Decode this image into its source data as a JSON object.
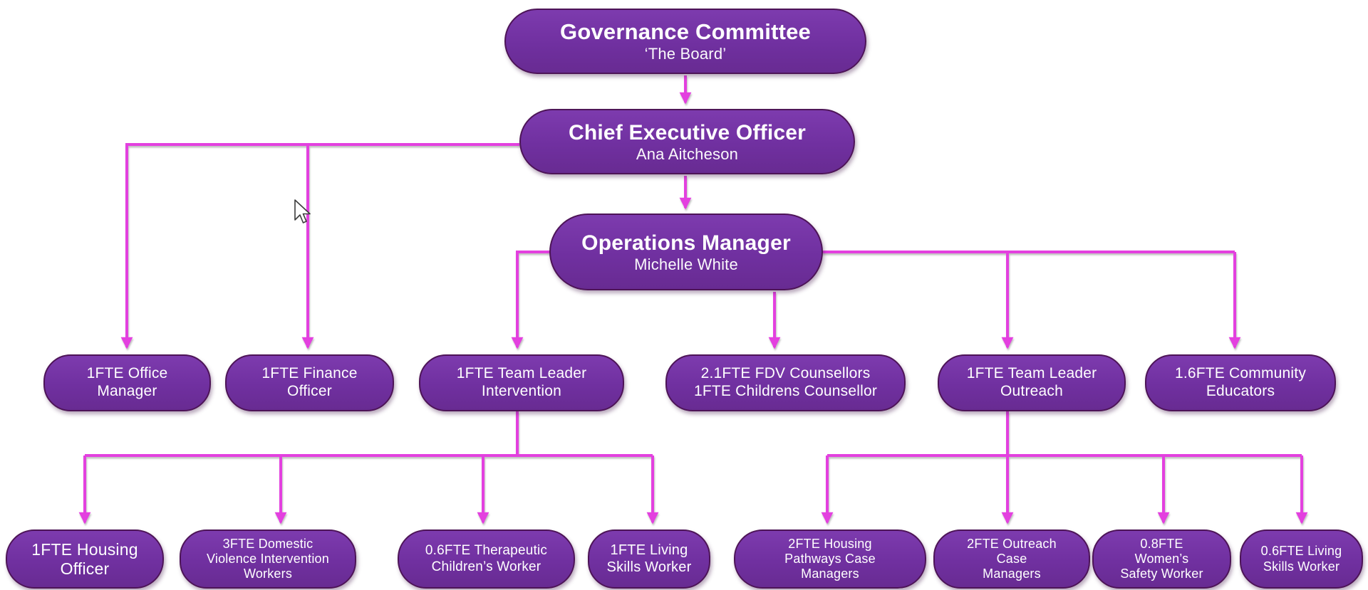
{
  "palette": {
    "background": "#FFFFFF",
    "box_fill": "#7030A0",
    "box_fill_top": "#7D3BAE",
    "box_border": "#4D1457",
    "arrow": "#E33FDF",
    "text": "#FFFFFF"
  },
  "org": {
    "nodes": [
      {
        "id": "governance",
        "lines": [
          "Governance Committee"
        ],
        "subtitle": "‘The Board’"
      },
      {
        "id": "ceo",
        "lines": [
          "Chief Executive Officer"
        ],
        "subtitle": "Ana Aitcheson"
      },
      {
        "id": "ops",
        "lines": [
          "Operations Manager"
        ],
        "subtitle": "Michelle White"
      },
      {
        "id": "office-manager",
        "lines": [
          "1FTE Office",
          "Manager"
        ]
      },
      {
        "id": "finance-officer",
        "lines": [
          "1FTE Finance",
          "Officer"
        ]
      },
      {
        "id": "tl-intervention",
        "lines": [
          "1FTE Team Leader",
          "Intervention"
        ]
      },
      {
        "id": "fdv-counsellors",
        "lines": [
          "2.1FTE FDV Counsellors",
          "1FTE Childrens Counsellor"
        ]
      },
      {
        "id": "tl-outreach",
        "lines": [
          "1FTE Team Leader",
          "Outreach"
        ]
      },
      {
        "id": "community-educators",
        "lines": [
          "1.6FTE Community",
          "Educators"
        ]
      },
      {
        "id": "housing-officer",
        "lines": [
          "1FTE Housing",
          "Officer"
        ]
      },
      {
        "id": "dv-workers",
        "lines": [
          "3FTE Domestic",
          "Violence Intervention",
          "Workers"
        ]
      },
      {
        "id": "therapeutic-childrens",
        "lines": [
          "0.6FTE Therapeutic",
          "Children’s Worker"
        ]
      },
      {
        "id": "living-skills-1",
        "lines": [
          "1FTE Living",
          "Skills Worker"
        ]
      },
      {
        "id": "housing-pathways",
        "lines": [
          "2FTE Housing",
          "Pathways Case",
          "Managers"
        ]
      },
      {
        "id": "outreach-case-managers",
        "lines": [
          "2FTE Outreach",
          "Case",
          "Managers"
        ]
      },
      {
        "id": "womens-safety",
        "lines": [
          "0.8FTE",
          "Women’s",
          "Safety Worker"
        ]
      },
      {
        "id": "living-skills-06",
        "lines": [
          "0.6FTE Living",
          "Skills Worker"
        ]
      }
    ],
    "edges": [
      [
        "governance",
        "ceo"
      ],
      [
        "ceo",
        "office-manager"
      ],
      [
        "ceo",
        "finance-officer"
      ],
      [
        "ceo",
        "ops"
      ],
      [
        "ops",
        "tl-intervention"
      ],
      [
        "ops",
        "fdv-counsellors"
      ],
      [
        "ops",
        "tl-outreach"
      ],
      [
        "ops",
        "community-educators"
      ],
      [
        "tl-intervention",
        "housing-officer"
      ],
      [
        "tl-intervention",
        "dv-workers"
      ],
      [
        "tl-intervention",
        "therapeutic-childrens"
      ],
      [
        "tl-intervention",
        "living-skills-1"
      ],
      [
        "tl-outreach",
        "housing-pathways"
      ],
      [
        "tl-outreach",
        "outreach-case-managers"
      ],
      [
        "tl-outreach",
        "womens-safety"
      ],
      [
        "tl-outreach",
        "living-skills-06"
      ]
    ]
  }
}
